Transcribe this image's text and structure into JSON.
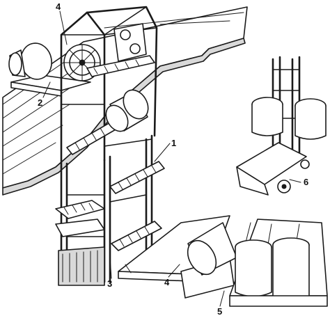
{
  "callouts": [
    {
      "id": "1",
      "label": "1"
    },
    {
      "id": "2",
      "label": "2"
    },
    {
      "id": "3",
      "label": "3"
    },
    {
      "id": "4-top",
      "label": "4"
    },
    {
      "id": "4-bottom",
      "label": "4"
    },
    {
      "id": "5",
      "label": "5"
    },
    {
      "id": "6",
      "label": "6"
    }
  ],
  "colors": {
    "ink": "#1a1a1a",
    "paper": "#ffffff",
    "shade": "#d9d9d9"
  }
}
